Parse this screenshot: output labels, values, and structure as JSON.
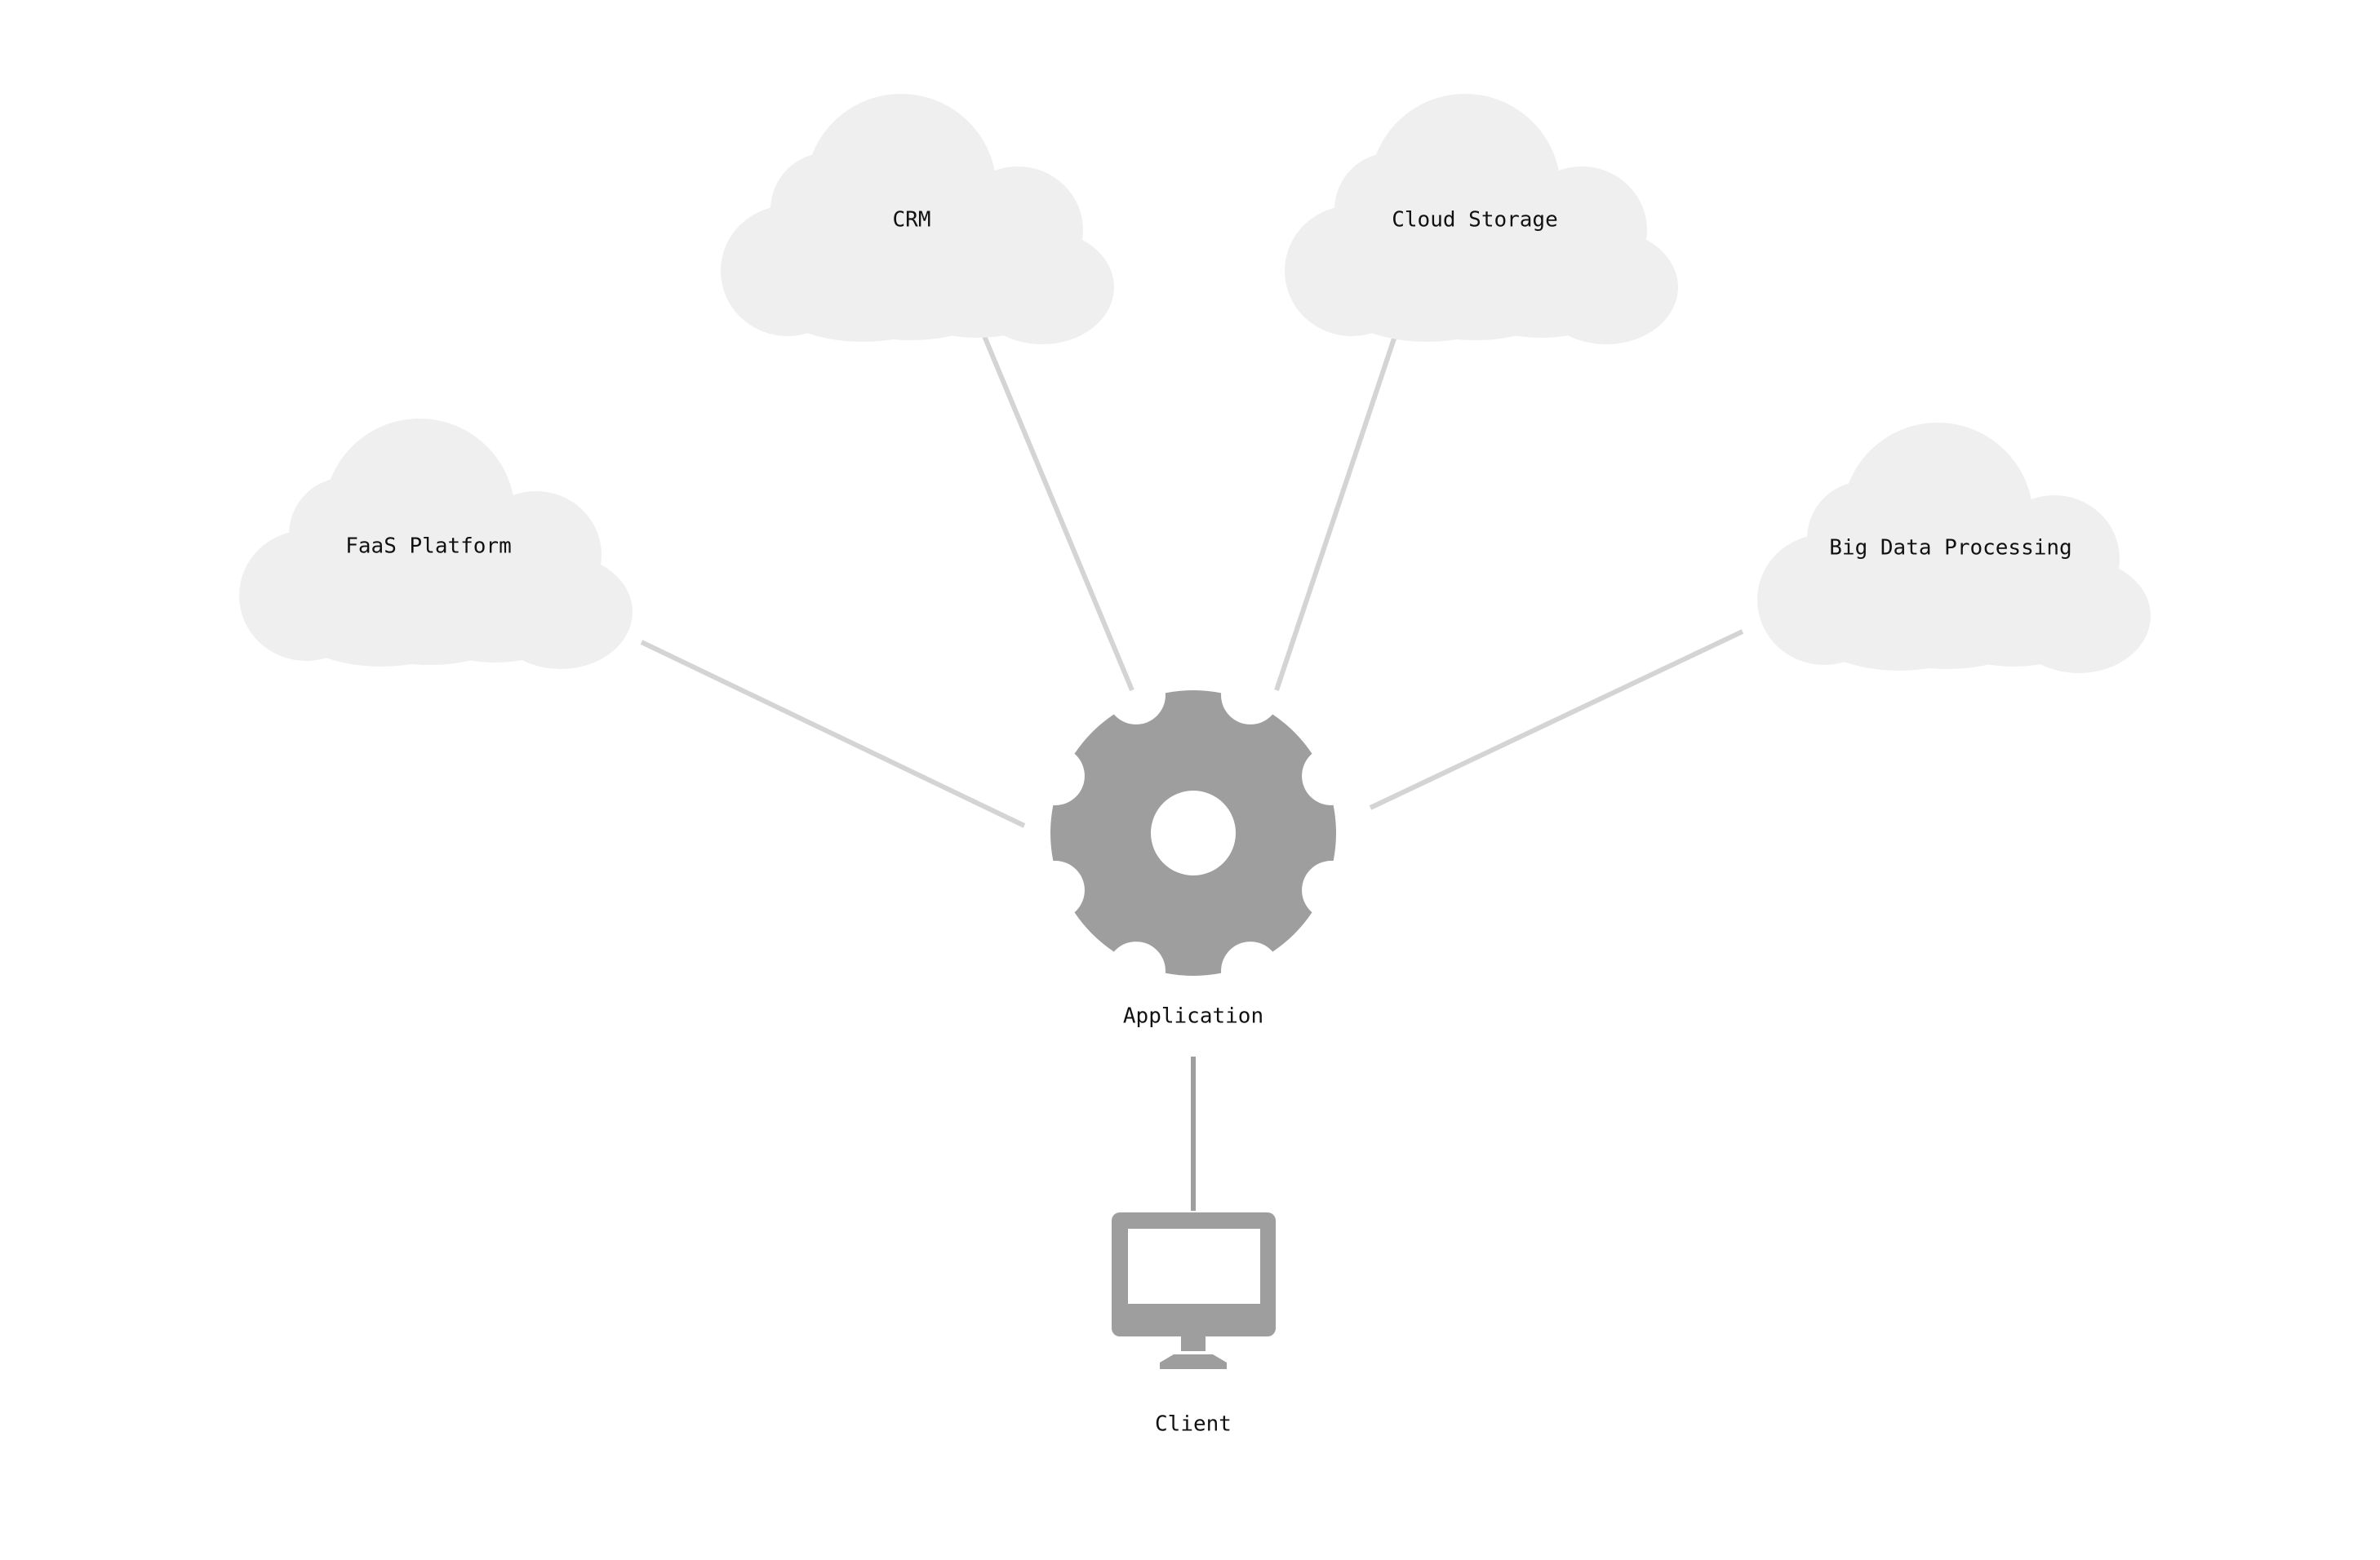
{
  "nodes": {
    "faas": {
      "label": "FaaS Platform",
      "icon": "cloud-icon"
    },
    "crm": {
      "label": "CRM",
      "icon": "cloud-icon"
    },
    "storage": {
      "label": "Cloud Storage",
      "icon": "cloud-icon"
    },
    "bigdata": {
      "label": "Big Data Processing",
      "icon": "cloud-icon"
    },
    "application": {
      "label": "Application",
      "icon": "gear-icon"
    },
    "client": {
      "label": "Client",
      "icon": "monitor-icon"
    }
  },
  "edges": [
    {
      "from": "faas",
      "to": "application"
    },
    {
      "from": "crm",
      "to": "application"
    },
    {
      "from": "storage",
      "to": "application"
    },
    {
      "from": "bigdata",
      "to": "application"
    },
    {
      "from": "application",
      "to": "client"
    }
  ],
  "colors": {
    "cloud": "#efefef",
    "link": "#d4d4d4",
    "icon": "#9e9e9e",
    "text": "#111111",
    "background": "#ffffff"
  }
}
